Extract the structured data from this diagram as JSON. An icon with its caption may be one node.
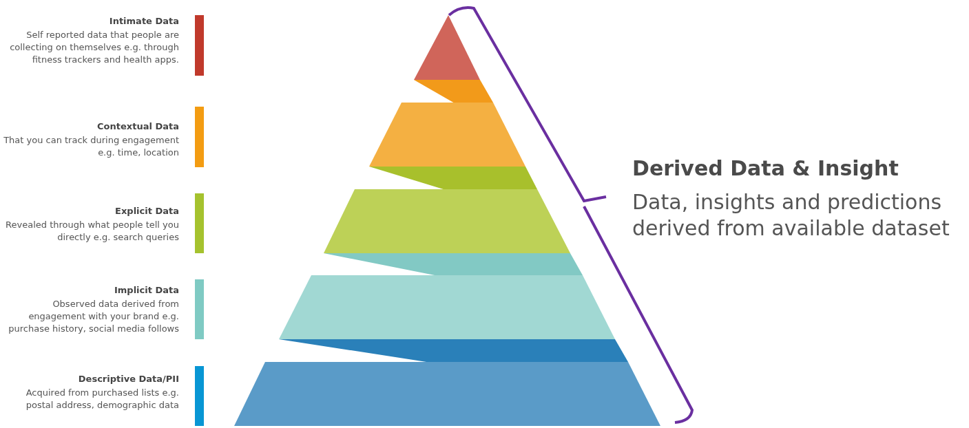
{
  "diagram": {
    "nodes": [
      {
        "text": [
          "Intimate Data",
          "Self reported data that people are collecting on themselves e.g. through fitness trackers and health apps."
        ]
      },
      {
        "text": [
          "Contextual Data",
          "That you can track during engagement e.g. time, location"
        ]
      },
      {
        "text": [
          "Explicit Data",
          "Revealed through what people tell you directly e.g. search queries"
        ]
      },
      {
        "text": [
          "Implicit Data",
          "Observed data derived from engagement with your brand e.g. purchase history, social media follows"
        ]
      },
      {
        "text": [
          "Descriptive Data/PII",
          "Acquired from purchased lists e.g. postal address, demographic data"
        ]
      },
      {
        "text": [],
        "shape": "triangle"
      },
      {
        "text": [],
        "shape": "band"
      },
      {
        "text": [],
        "shape": "trapezoid"
      },
      {
        "text": [],
        "shape": "band"
      },
      {
        "text": [],
        "shape": "trapezoid"
      },
      {
        "text": [],
        "shape": "band"
      },
      {
        "text": [],
        "shape": "trapezoid"
      },
      {
        "text": [],
        "shape": "band"
      },
      {
        "text": [],
        "shape": "trapezoid"
      }
    ],
    "edges": [],
    "labels": [
      "Derived Data & Insight",
      "Data, insights and predictions derived from available dataset"
    ]
  }
}
